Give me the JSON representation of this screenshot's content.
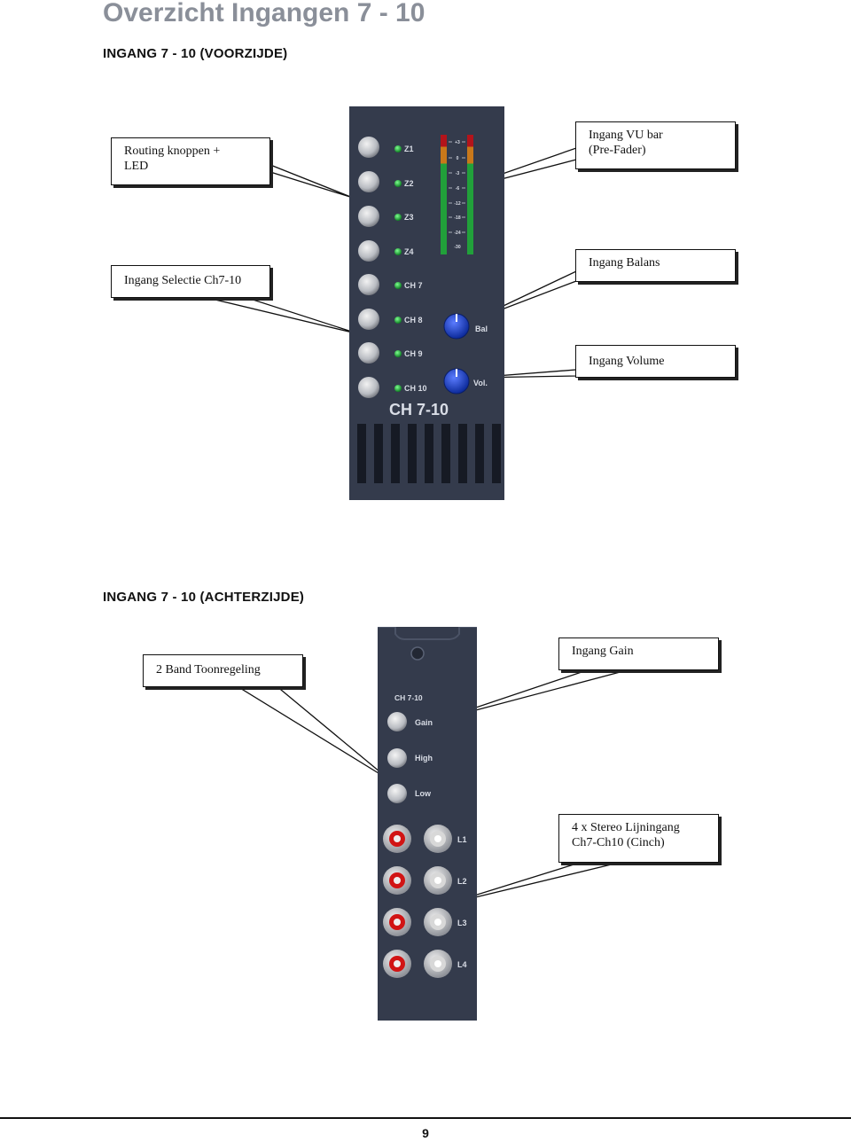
{
  "page": {
    "title": "Overzicht Ingangen 7 - 10",
    "page_number": "9"
  },
  "front": {
    "heading": "INGANG 7 - 10 (VOORZIJDE)",
    "callouts": {
      "routing": [
        "Routing knoppen +",
        "LED"
      ],
      "selectie": "Ingang Selectie Ch7-10",
      "vu": [
        "Ingang VU bar",
        "(Pre-Fader)"
      ],
      "balans": "Ingang Balans",
      "volume": "Ingang Volume"
    },
    "panel": {
      "routing_labels": [
        "Z1",
        "Z2",
        "Z3",
        "Z4"
      ],
      "channel_labels": [
        "CH 7",
        "CH 8",
        "CH 9",
        "CH 10"
      ],
      "vu_scale": [
        "+3",
        "0",
        "-3",
        "-6",
        "-12",
        "-18",
        "-24",
        "-30"
      ],
      "bal_label": "Bal",
      "vol_label": "Vol.",
      "strip_label": "CH 7-10"
    }
  },
  "back": {
    "heading": "INGANG 7 - 10 (ACHTERZIJDE)",
    "callouts": {
      "toon": "2 Band Toonregeling",
      "gain": "Ingang Gain",
      "lijn": [
        "4 x Stereo Lijningang",
        "Ch7-Ch10 (Cinch)"
      ]
    },
    "panel": {
      "strip_label": "CH 7-10",
      "knob_labels": [
        "Gain",
        "High",
        "Low"
      ],
      "line_labels": [
        "L1",
        "L2",
        "L3",
        "L4"
      ]
    }
  },
  "colors": {
    "panel_bg": "#343b4c",
    "panel_text": "#d9dde6",
    "led_green": "#1fae3a",
    "knob_blue": "#1b3fc4",
    "rca_red": "#d11414",
    "title_grey": "#8a8f99"
  }
}
